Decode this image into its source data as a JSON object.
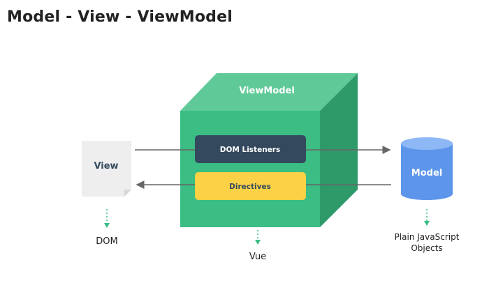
{
  "title": "Model - View - ViewModel",
  "diagram": {
    "viewmodel_label": "ViewModel",
    "dom_listeners_label": "DOM Listeners",
    "directives_label": "Directives",
    "view_label": "View",
    "model_label": "Model",
    "dom_caption": "DOM",
    "vue_caption": "Vue",
    "model_caption_line1": "Plain JavaScript",
    "model_caption_line2": "Objects",
    "colors": {
      "cube_front": "#3bbd83",
      "cube_top": "#5fca97",
      "cube_side": "#2e9a6a",
      "dom_listeners_box": "#34495e",
      "directives_box": "#fbd145",
      "model_cylinder": "#5c95ea",
      "model_cylinder_top": "#8db8f5",
      "view_doc": "#eeeeee",
      "arrow": "#666666",
      "dotted_arrow": "#3bbd83"
    }
  }
}
